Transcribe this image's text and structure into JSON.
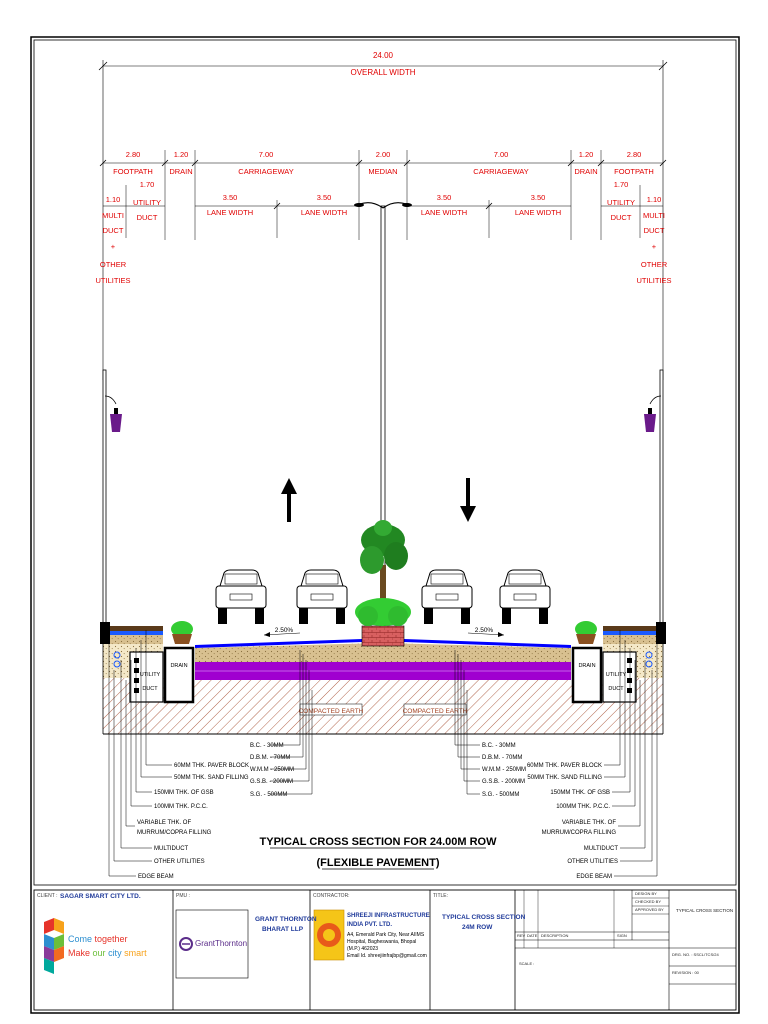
{
  "drawing": {
    "overall": {
      "value": "24.00",
      "label": "OVERALL WIDTH"
    },
    "top_dims": [
      {
        "value": "2.80",
        "label": "FOOTPATH"
      },
      {
        "value": "1.20",
        "label": "DRAIN"
      },
      {
        "value": "7.00",
        "label": "CARRIAGEWAY"
      },
      {
        "value": "2.00",
        "label": "MEDIAN"
      },
      {
        "value": "7.00",
        "label": "CARRIAGEWAY"
      },
      {
        "value": "1.20",
        "label": "DRAIN"
      },
      {
        "value": "2.80",
        "label": "FOOTPATH"
      }
    ],
    "lane_dims": [
      {
        "value": "3.50",
        "label": "LANE WIDTH"
      },
      {
        "value": "3.50",
        "label": "LANE WIDTH"
      },
      {
        "value": "3.50",
        "label": "LANE WIDTH"
      },
      {
        "value": "3.50",
        "label": "LANE WIDTH"
      }
    ],
    "utility_duct": {
      "value": "1.70",
      "line1": "UTILITY",
      "line2": "DUCT"
    },
    "multi_duct": {
      "value": "1.10",
      "line1": "MULTI",
      "line2": "DUCT",
      "plus": "+",
      "line3": "OTHER",
      "line4": "UTILITIES"
    },
    "slope": "2.50%",
    "compacted_earth": "COMPACTED EARTH",
    "drain_box": "DRAIN",
    "duct_box": {
      "line1": "UTILITY",
      "line2": "DUCT"
    },
    "pavement_layers": [
      "B.C.   - 30MM",
      "D.B.M. - 70MM",
      "W.M.M - 250MM",
      "G.S.B. - 200MM",
      "S.G.    - 500MM"
    ],
    "footpath_layers": [
      "60MM THK. PAVER BLOCK",
      "50MM THK. SAND FILLING",
      "150MM THK. OF GSB",
      "100MM THK. P.C.C.",
      "VARIABLE THK. OF",
      "MURRUM/COPRA FILLING",
      "MULTIDUCT",
      "OTHER UTILITIES",
      "EDGE BEAM"
    ],
    "title_line1": "TYPICAL CROSS SECTION FOR 24.00M ROW",
    "title_line2": "(FLEXIBLE PAVEMENT)",
    "colors": {
      "dimension": "#e00000",
      "wearing": "#0000ff",
      "bituminous": "#a000d0",
      "granular": "#d8c090",
      "earth": "#a04020",
      "median": "#c84040",
      "foliage": "#33cc33",
      "tree": "#228822",
      "lamp": "#6a1a8a"
    }
  },
  "title_block": {
    "client_label": "CLIENT :",
    "client": "SAGAR SMART CITY LTD.",
    "slogan_come": "Come",
    "slogan_together": "together",
    "slogan_make": "Make",
    "slogan_our": "our",
    "slogan_city": "city",
    "slogan_smart": "smart",
    "pmu_label": "PMU :",
    "pmu_logo": "GrantThornton",
    "pmu_name_1": "GRANT THORNTON",
    "pmu_name_2": "BHARAT LLP",
    "contractor_label": "CONTRACTOR:",
    "contractor_name_1": "SHREEJI INFRASTRUCTURE",
    "contractor_name_2": "INDIA PVT. LTD.",
    "contractor_addr": [
      "A4, Emerald Park City, Near AIIMS",
      "Hospital, Bagheswania, Bhopal",
      "(M.P.) 462023",
      "Email Id. shreejiinfrajbp@gmail.com"
    ],
    "title_label": "TITLE:",
    "drawing_title_1": "TYPICAL CROSS SECTION",
    "drawing_title_2": "24M ROW",
    "rev_headers": [
      "REV",
      "DATE",
      "DESCRIPTION",
      "SIGN"
    ],
    "designed_by": "DESIGN BY",
    "checked_by": "CHECKED BY",
    "approved_by": "APPROVED BY",
    "scale_label": "SCALE :",
    "sheet_title": "TYPICAL CROSS SECTION",
    "drg_no": "DRG. NO. : SSCL/TCS/24",
    "revision": "REVISION : 00"
  }
}
